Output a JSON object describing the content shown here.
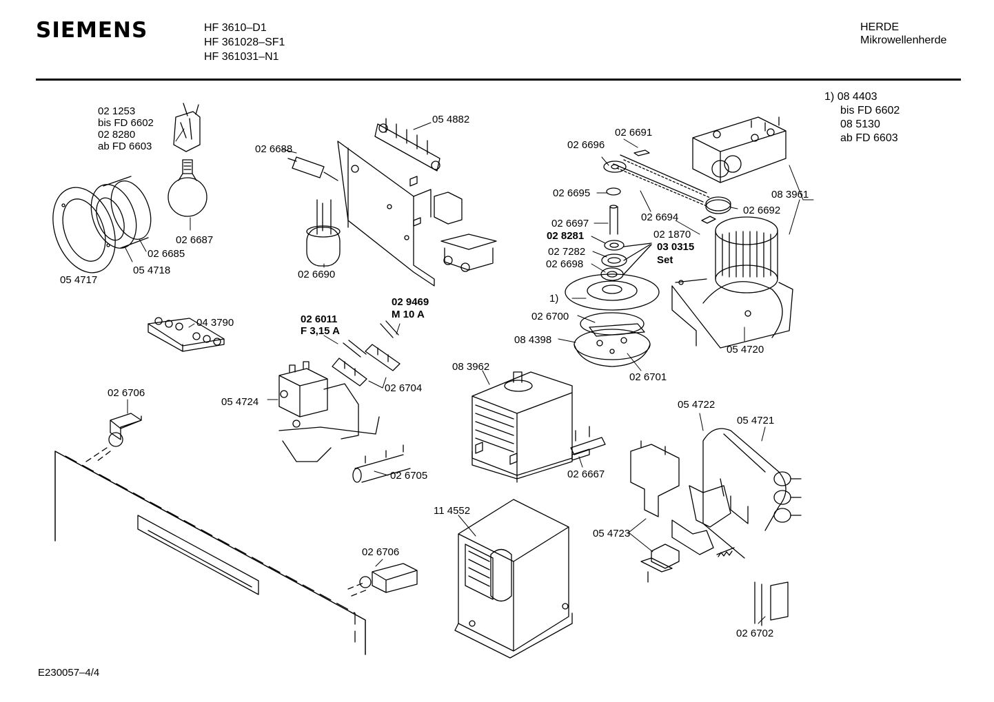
{
  "header": {
    "brand": "SIEMENS",
    "models": [
      "HF 3610–D1",
      "HF 361028–SF1",
      "HF 361031–N1"
    ],
    "category": "HERDE",
    "subcategory": "Mikrowellenherde"
  },
  "footnote": {
    "marker": "1)",
    "lines": [
      "08 4403",
      "bis FD 6602",
      "08 5130",
      "ab FD 6603"
    ]
  },
  "doc_id": "E230057–4/4",
  "labels": {
    "p021253": "02 1253",
    "bisfd6602": "bis FD 6602",
    "p028280": "02 8280",
    "abfd6603": "ab FD 6603",
    "p026688": "02 6688",
    "p054882": "05 4882",
    "p026687": "02 6687",
    "p026685": "02 6685",
    "p054718": "05 4718",
    "p054717": "05 4717",
    "p026690": "02 6690",
    "p043790": "04 3790",
    "p029469": "02 9469",
    "m10a": "M 10 A",
    "p026011": "02 6011",
    "f315a": "F 3,15 A",
    "p026704": "02 6704",
    "p054724": "05 4724",
    "p026705": "02 6705",
    "p026706a": "02 6706",
    "p026706b": "02 6706",
    "p026691": "02 6691",
    "p026696": "02 6696",
    "p026695": "02 6695",
    "p026694": "02 6694",
    "p026692": "02 6692",
    "p083961": "08 3961",
    "p026697": "02 6697",
    "p028281": "02 8281",
    "p027282": "02 7282",
    "p026698": "02 6698",
    "p021870": "02 1870",
    "p030315": "03 0315",
    "set": "Set",
    "fn1": "1)",
    "p026700": "02 6700",
    "p084398": "08 4398",
    "p026701": "02 6701",
    "p054720": "05 4720",
    "p083962": "08 3962",
    "p026667": "02 6667",
    "p054722": "05 4722",
    "p054721": "05 4721",
    "p054723": "05 4723",
    "p114552": "11 4552",
    "p026702": "02 6702"
  }
}
